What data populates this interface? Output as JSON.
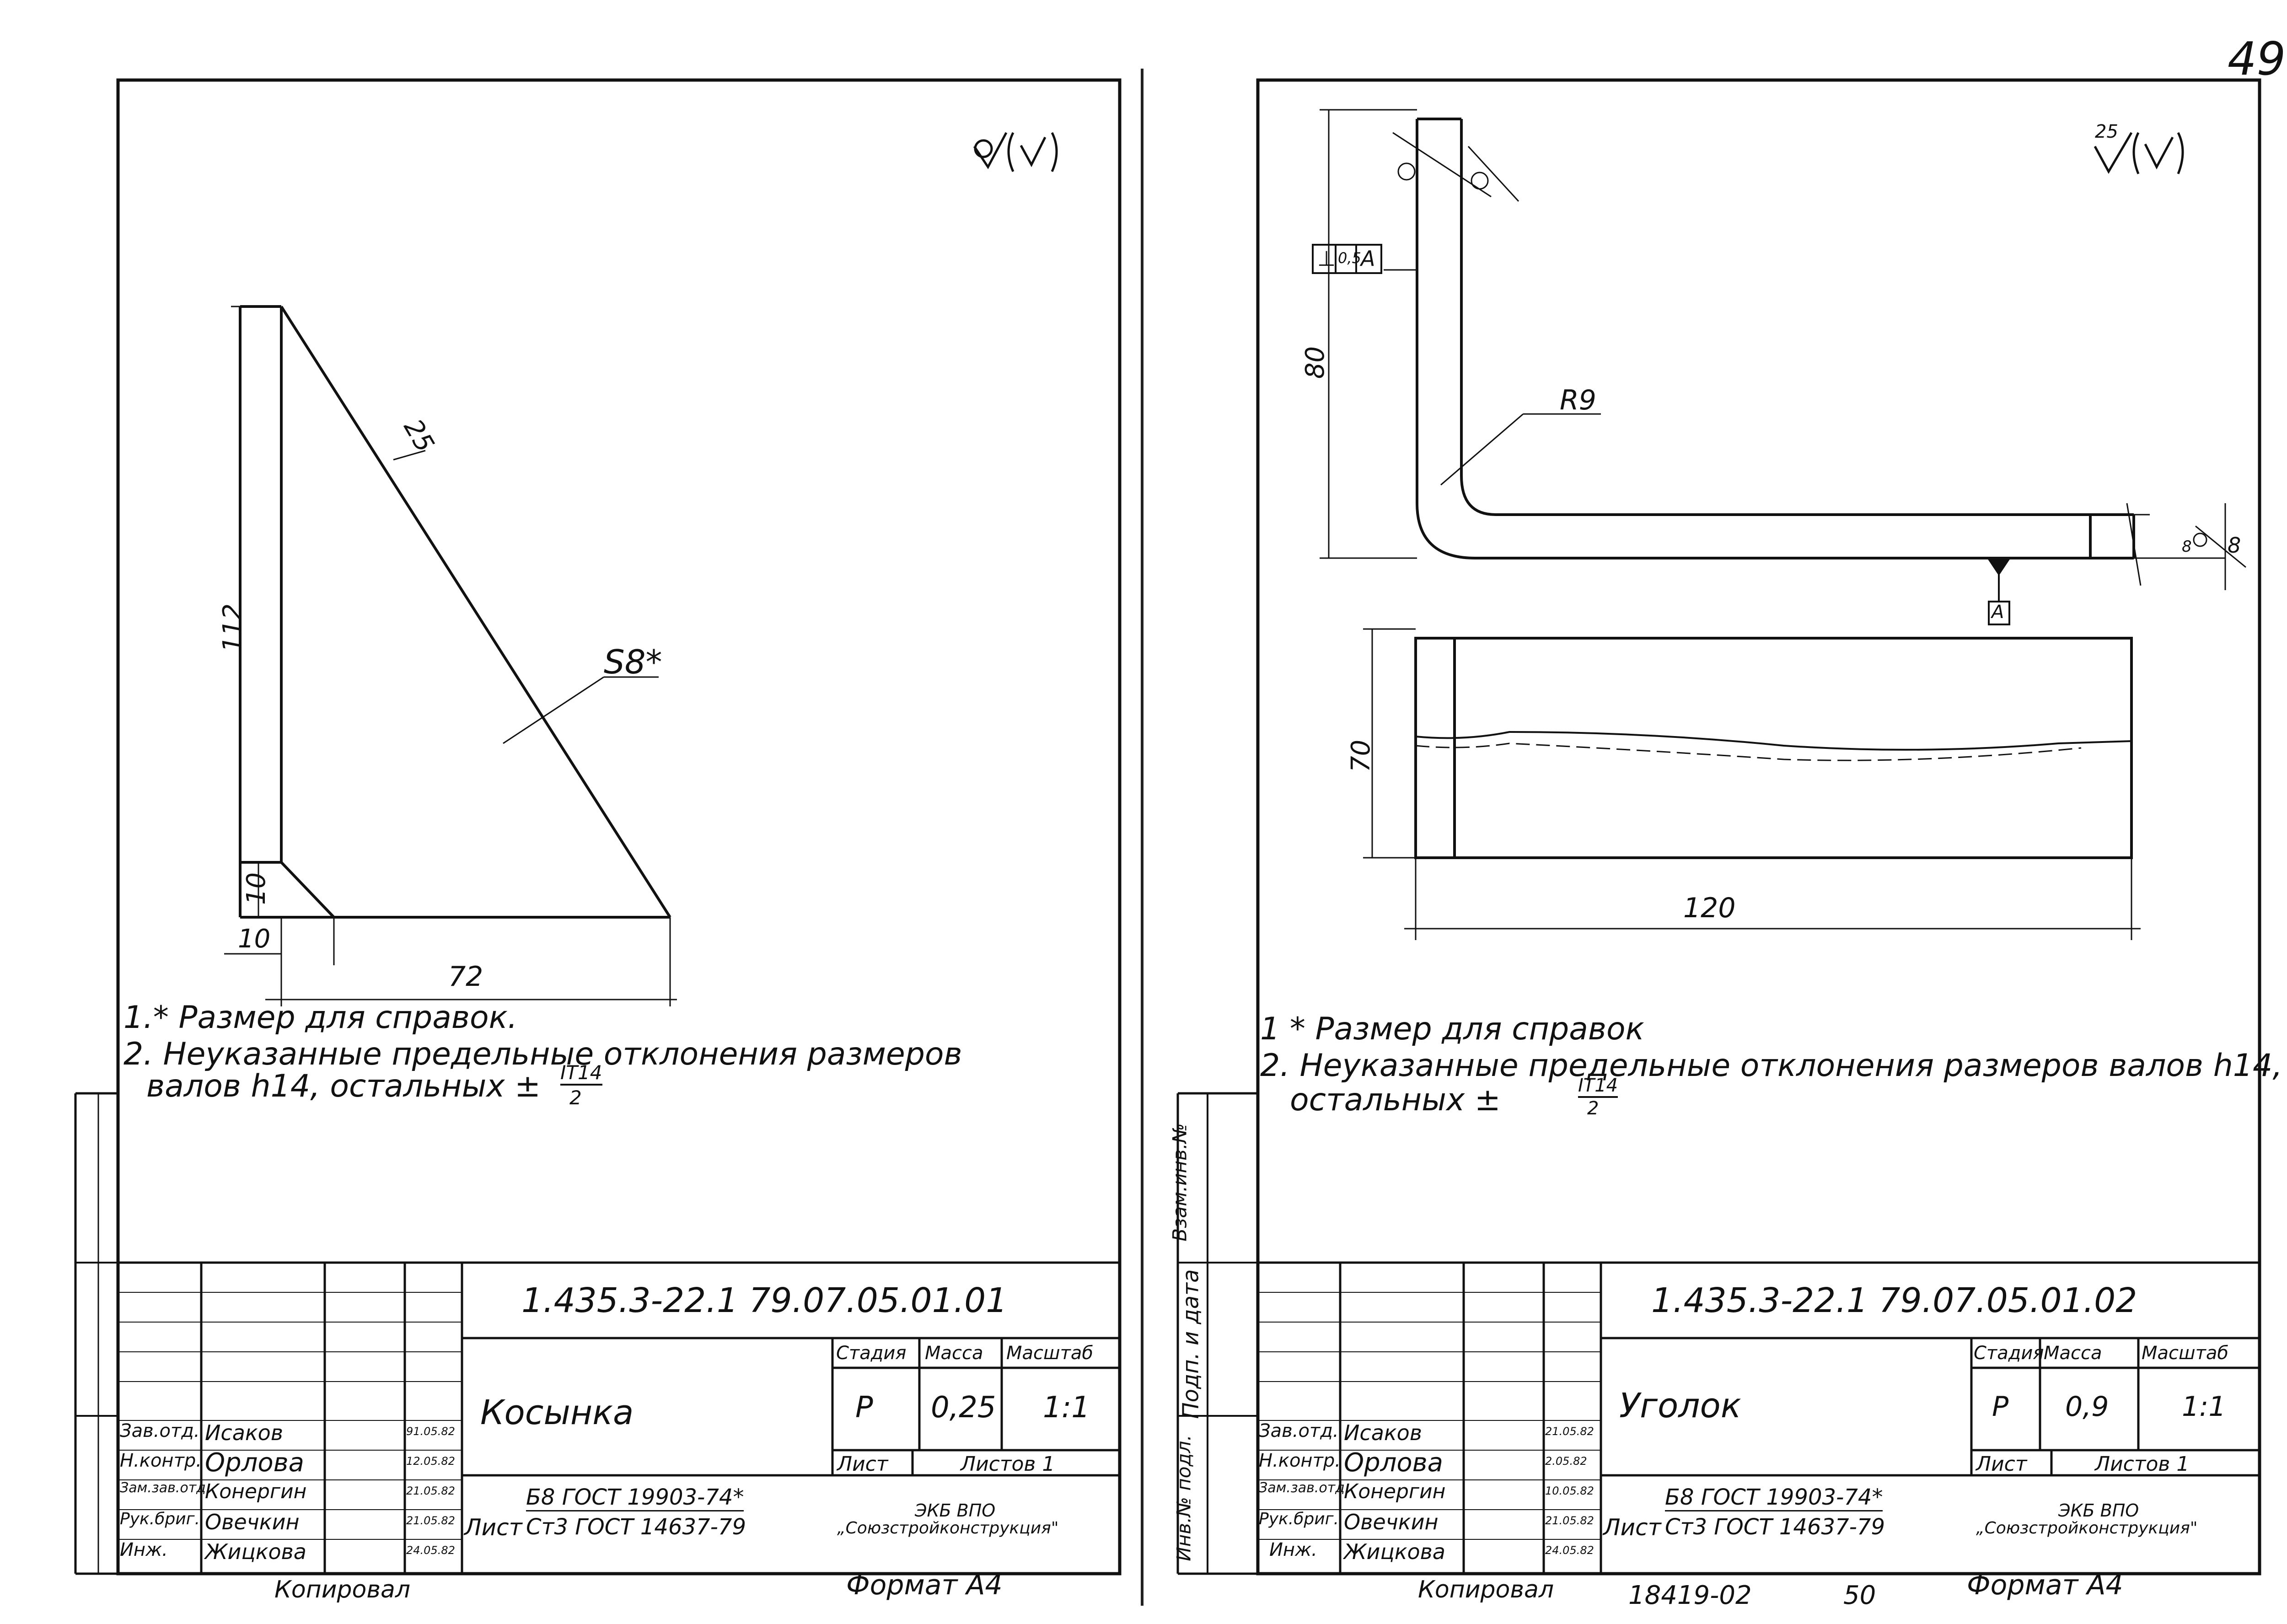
{
  "page_number": "49",
  "sheets": [
    {
      "dims": {
        "height": "112",
        "hyp": "25",
        "small_v": "10",
        "small_h": "10",
        "base": "72",
        "thickness": "S8*"
      },
      "surface_mark": "✓(✓)",
      "notes": [
        "1.* Размер для справок.",
        "2. Неуказанные предельные отклонения размеров",
        "валов h14, остальных ±",
        "IT14",
        "2"
      ],
      "title_block": {
        "designation": "1.435.3-22.1 79.07.05.01.01",
        "name": "Косынка",
        "headers": {
          "stage": "Стадия",
          "mass": "Масса",
          "scale": "Масштаб"
        },
        "values": {
          "stage": "Р",
          "mass": "0,25",
          "scale": "1:1"
        },
        "sheet_label": "Лист",
        "sheets_label": "Листов 1",
        "roles": [
          "Зав.отд.",
          "Н.контр.",
          "Зам.зав.отд.",
          "Рук.бриг.",
          "Инж."
        ],
        "names": [
          "Исаков",
          "Орлова",
          "Конергин",
          "Овечкин",
          "Жицкова"
        ],
        "dates": [
          "91.05.82",
          "12.05.82",
          "21.05.82",
          "21.05.82",
          "24.05.82"
        ],
        "material_label": "Лист",
        "material_top": "Б8 ГОСТ 19903-74*",
        "material_bottom": "Ст3 ГОСТ 14637-79",
        "org_top": "ЭКБ ВПО",
        "org_bottom": "„Союзстройконструкция\"",
        "copied": "Копировал",
        "format": "Формат А4"
      }
    },
    {
      "dims": {
        "vertical": "80",
        "radius": "R9",
        "thickness": "8",
        "height": "70",
        "length": "120",
        "tol_sym": "⊥",
        "tol_val": "0,5",
        "tol_ref": "A",
        "datum": "A",
        "weld_mark": "8"
      },
      "surface_mark": "25",
      "notes": [
        "1 * Размер для справок",
        "2. Неуказанные предельные отклонения размеров валов h14,",
        "остальных ±",
        "IT14",
        "2"
      ],
      "side_labels": [
        "Инв.№ подл.",
        "Подп. и дата",
        "Взам.инв.№"
      ],
      "title_block": {
        "designation": "1.435.3-22.1 79.07.05.01.02",
        "name": "Уголок",
        "headers": {
          "stage": "Стадия",
          "mass": "Масса",
          "scale": "Масштаб"
        },
        "values": {
          "stage": "Р",
          "mass": "0,9",
          "scale": "1:1"
        },
        "sheet_label": "Лист",
        "sheets_label": "Листов 1",
        "roles": [
          "Зав.отд.",
          "Н.контр.",
          "Зам.зав.отд.",
          "Рук.бриг.",
          "Инж."
        ],
        "names": [
          "Исаков",
          "Орлова",
          "Конергин",
          "Овечкин",
          "Жицкова"
        ],
        "dates": [
          "21.05.82",
          "2.05.82",
          "10.05.82",
          "21.05.82",
          "24.05.82"
        ],
        "material_label": "Лист",
        "material_top": "Б8 ГОСТ 19903-74*",
        "material_bottom": "Ст3 ГОСТ 14637-79",
        "org_top": "ЭКБ ВПО",
        "org_bottom": "„Союзстройконструкция\"",
        "copied": "Копировал",
        "format": "Формат А4",
        "archive": "18419-02",
        "archive_page": "50"
      }
    }
  ]
}
